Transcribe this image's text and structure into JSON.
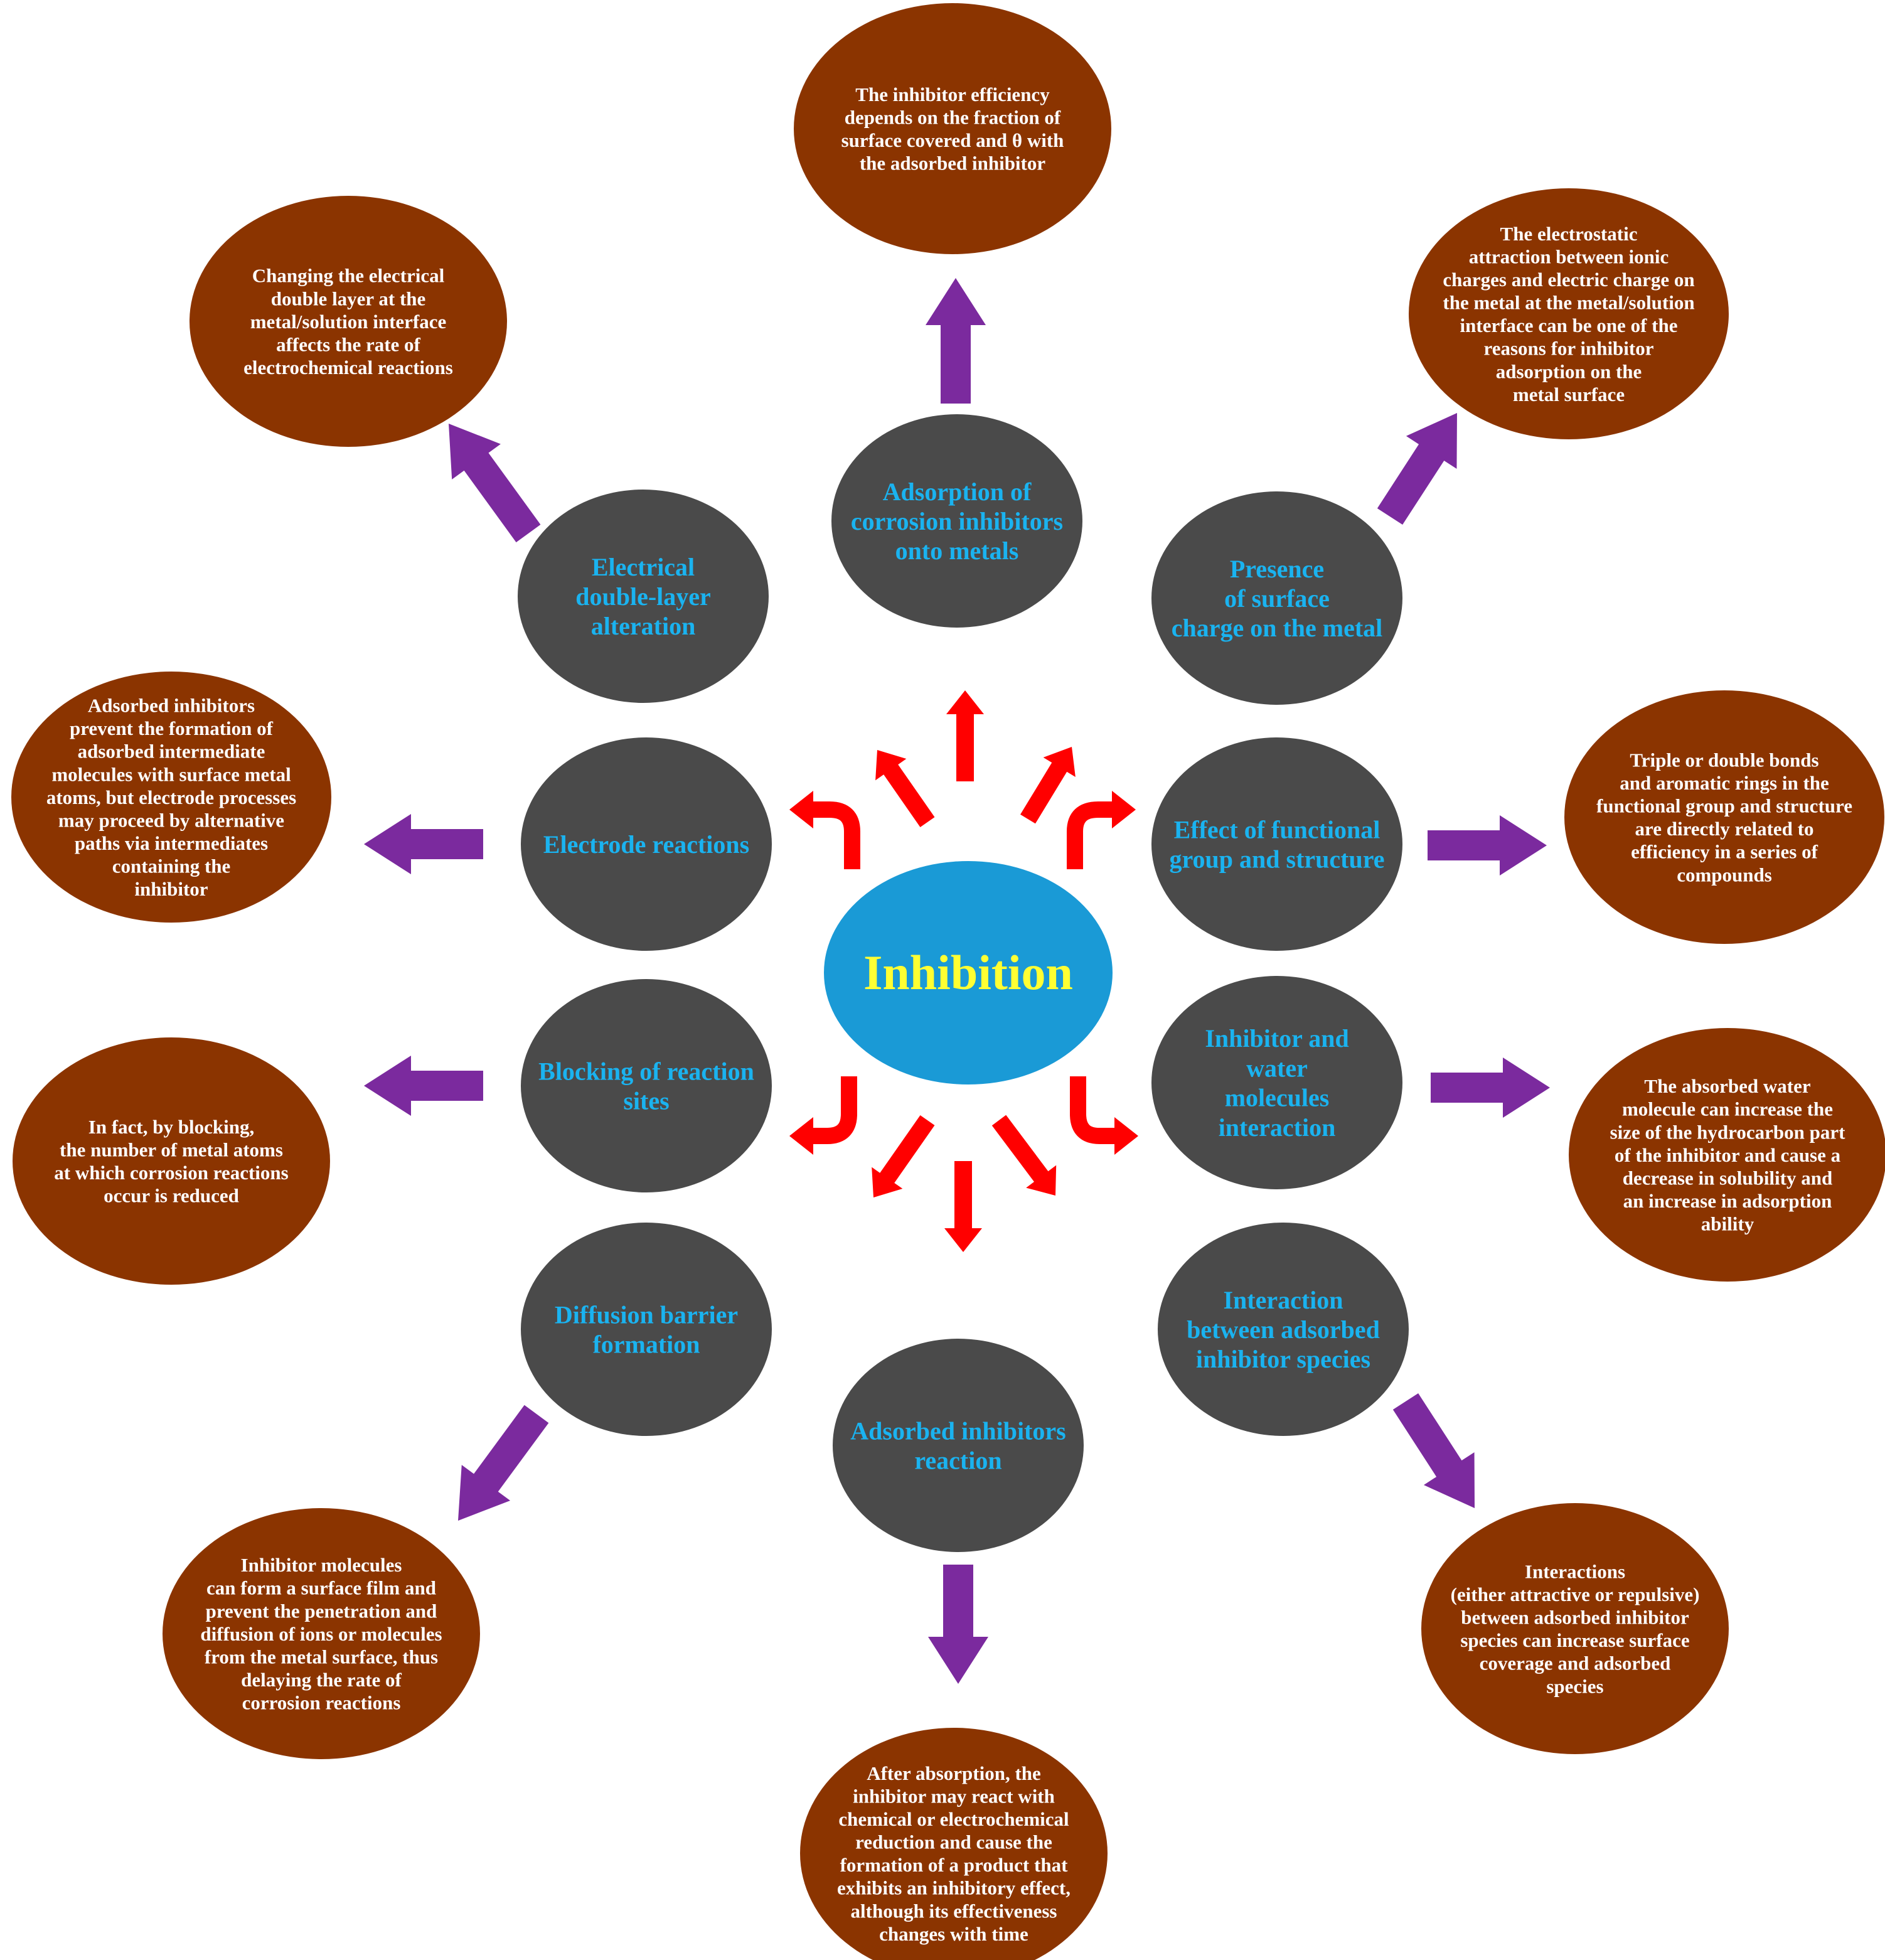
{
  "colors": {
    "center_fill": "#1a9ad6",
    "center_text": "#ffff33",
    "gray_fill": "#4a4a4a",
    "gray_text": "#1ab3f0",
    "brown_fill": "#8b3400",
    "brown_text": "#ffffff",
    "red_arrow": "#ff0000",
    "purple_arrow": "#7b2a9e"
  },
  "center": {
    "label": "Inhibition"
  },
  "mechanisms": [
    {
      "id": "adsorption",
      "title": [
        "Adsorption of",
        "corrosion inhibitors",
        "onto metals"
      ],
      "effect": [
        "The inhibitor efficiency",
        "depends on the fraction of",
        "surface covered and θ with",
        "the adsorbed inhibitor"
      ]
    },
    {
      "id": "surface-charge",
      "title": [
        "Presence",
        "of surface",
        "charge on the metal"
      ],
      "effect": [
        "The electrostatic",
        "attraction between ionic",
        "charges and electric charge on",
        "the metal at the metal/solution",
        "interface can be one of the",
        "reasons for inhibitor",
        "adsorption on the",
        "metal surface"
      ]
    },
    {
      "id": "functional-group",
      "title": [
        "Effect of functional",
        "group and structure"
      ],
      "effect": [
        "Triple or double bonds",
        "and aromatic rings in the",
        "functional group and structure",
        "are directly related to",
        "efficiency in a series of",
        "compounds"
      ]
    },
    {
      "id": "water-interaction",
      "title": [
        "Inhibitor and",
        "water",
        "molecules",
        "interaction"
      ],
      "effect": [
        "The absorbed water",
        "molecule can increase the",
        "size of the hydrocarbon part",
        "of the inhibitor and cause a",
        "decrease in solubility and",
        "an increase in adsorption",
        "ability"
      ]
    },
    {
      "id": "species-interaction",
      "title": [
        "Interaction",
        "between adsorbed",
        "inhibitor species"
      ],
      "effect": [
        "Interactions",
        "(either attractive or repulsive)",
        "between adsorbed inhibitor",
        "species can increase surface",
        "coverage and adsorbed",
        "species"
      ]
    },
    {
      "id": "inhibitor-reaction",
      "title": [
        "Adsorbed inhibitors",
        "reaction"
      ],
      "effect": [
        "After absorption, the",
        "inhibitor may react with",
        "chemical or electrochemical",
        "reduction and cause the",
        "formation of a product that",
        "exhibits an inhibitory effect,",
        "although its effectiveness",
        "changes with time"
      ]
    },
    {
      "id": "diffusion-barrier",
      "title": [
        "Diffusion barrier",
        "formation"
      ],
      "effect": [
        "Inhibitor molecules",
        "can form a surface film and",
        "prevent the penetration and",
        "diffusion of ions or molecules",
        "from the metal surface, thus",
        "delaying the rate of",
        "corrosion reactions"
      ]
    },
    {
      "id": "blocking-sites",
      "title": [
        "Blocking of reaction",
        "sites"
      ],
      "effect": [
        "In fact, by blocking,",
        "the number of metal atoms",
        "at which corrosion reactions",
        "occur is reduced"
      ]
    },
    {
      "id": "electrode-reactions",
      "title": [
        "Electrode reactions"
      ],
      "effect": [
        "Adsorbed inhibitors",
        "prevent the formation of",
        "adsorbed intermediate",
        "molecules with surface metal",
        "atoms, but electrode processes",
        "may proceed by alternative",
        "paths via intermediates",
        "containing the",
        "inhibitor"
      ]
    },
    {
      "id": "double-layer",
      "title": [
        "Electrical",
        "double-layer",
        "alteration"
      ],
      "effect": [
        "Changing the electrical",
        "double layer at the",
        "metal/solution interface",
        "affects the rate of",
        "electrochemical reactions"
      ]
    }
  ]
}
